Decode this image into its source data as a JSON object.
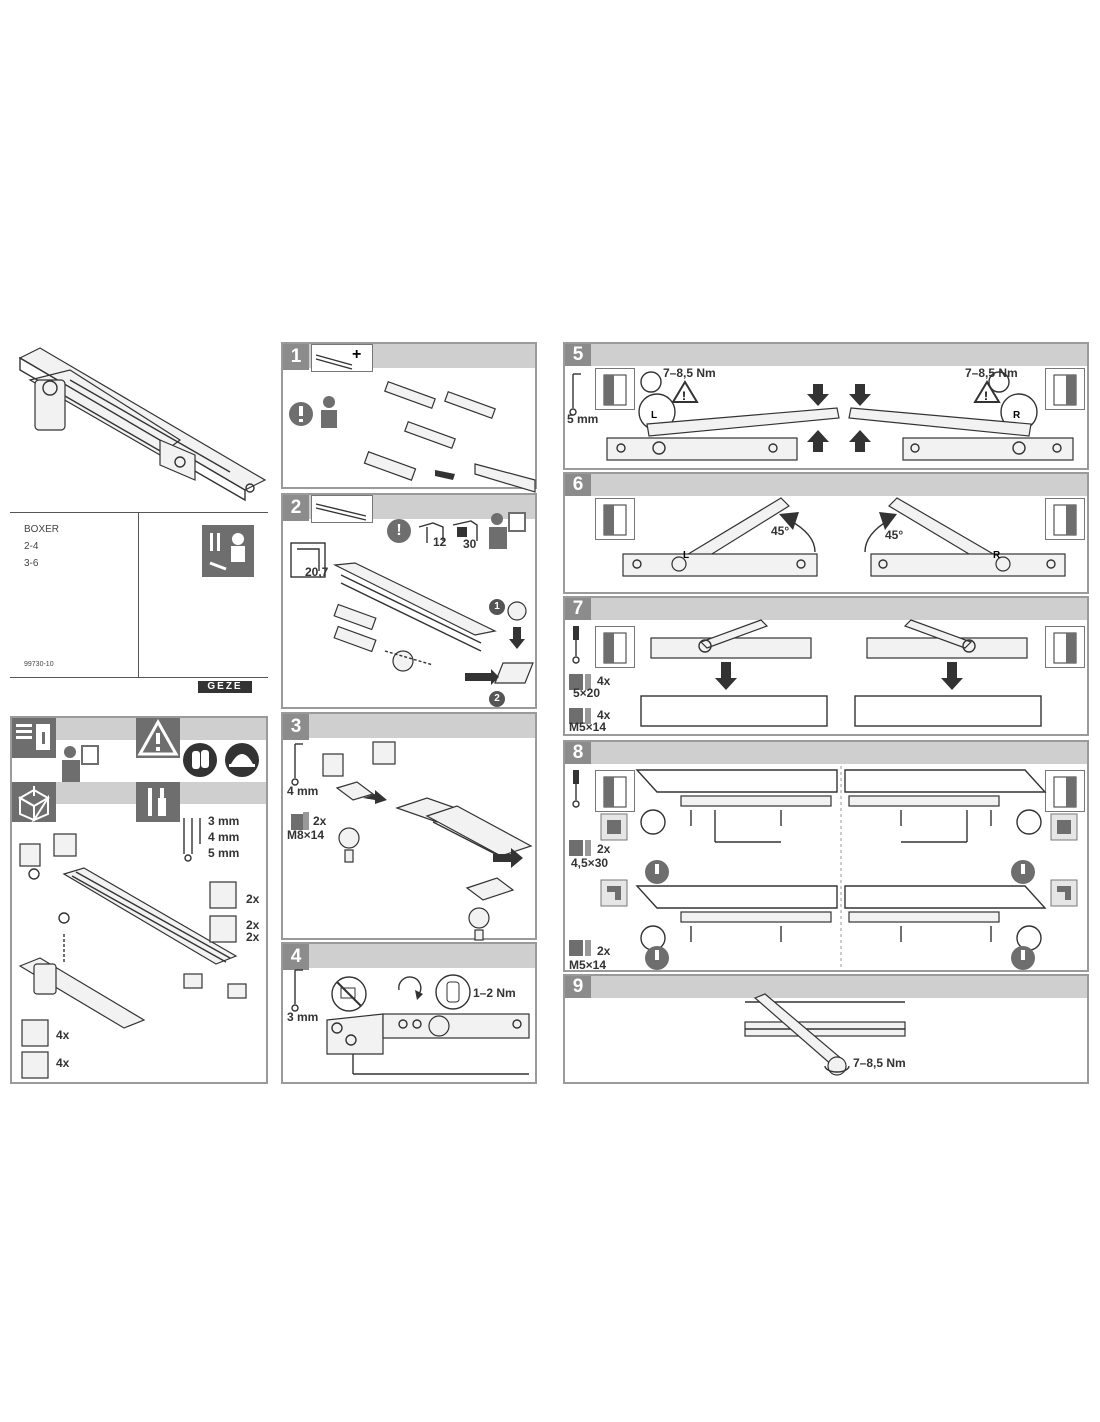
{
  "cover": {
    "product": "BOXER",
    "sizes": [
      "2-4",
      "3-6"
    ],
    "doc_number": "99730-10",
    "brand": "GEZE"
  },
  "prep": {
    "tools": [
      "3 mm",
      "4 mm",
      "5 mm"
    ],
    "counts_rail": [
      "2x",
      "2x",
      "2x"
    ],
    "counts_body": [
      "4x",
      "4x"
    ]
  },
  "steps": [
    {
      "num": "1"
    },
    {
      "num": "2",
      "dims": [
        "20,7",
        "12",
        "30"
      ],
      "badges": [
        "1",
        "2"
      ]
    },
    {
      "num": "3",
      "tool": "4 mm",
      "screws": "2x",
      "screw_size": "M8×14"
    },
    {
      "num": "4",
      "tool": "3 mm",
      "torque": "1–2 Nm"
    },
    {
      "num": "5",
      "tool": "5 mm",
      "torque_left": "7–8,5 Nm",
      "torque_right": "7–8,5 Nm",
      "side_left": "L",
      "side_right": "R"
    },
    {
      "num": "6",
      "angle_left": "45°",
      "angle_right": "45°",
      "side_left": "L",
      "side_right": "R"
    },
    {
      "num": "7",
      "count_a": "4x",
      "size_a": "5×20",
      "count_b": "4x",
      "size_b": "M5×14"
    },
    {
      "num": "8",
      "count_a": "2x",
      "size_a": "4,5×30",
      "count_b": "2x",
      "size_b": "M5×14"
    },
    {
      "num": "9",
      "torque": "7–8,5 Nm"
    }
  ]
}
